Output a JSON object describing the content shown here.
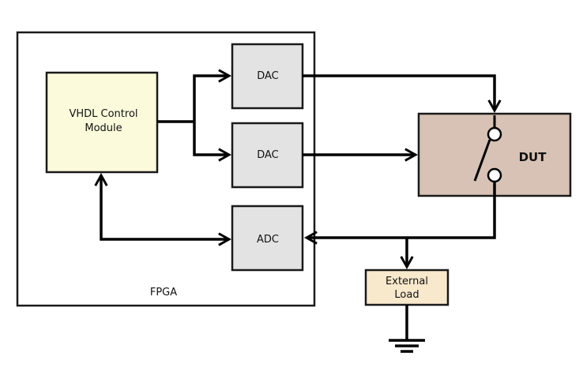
{
  "diagram": {
    "blocks": {
      "fpga": {
        "label": "FPGA",
        "fill": "#ffffff"
      },
      "vhdl": {
        "line1": "VHDL Control",
        "line2": "Module",
        "fill": "#fbfbdc"
      },
      "dac1": {
        "label": "DAC",
        "fill": "#e3e3e3"
      },
      "dac2": {
        "label": "DAC",
        "fill": "#e3e3e3"
      },
      "adc": {
        "label": "ADC",
        "fill": "#e3e3e3"
      },
      "dut": {
        "label": "DUT",
        "fill": "#d7c2b5"
      },
      "load": {
        "line1": "External",
        "line2": "Load",
        "fill": "#f8e8cc"
      }
    },
    "connections": [
      {
        "from": "vhdl",
        "to": "dac1",
        "directed": true
      },
      {
        "from": "vhdl",
        "to": "dac2",
        "directed": true
      },
      {
        "from": "vhdl",
        "to": "adc",
        "directed": "both"
      },
      {
        "from": "dac1",
        "to": "dut-switch-top",
        "directed": true
      },
      {
        "from": "dac2",
        "to": "dut",
        "directed": true
      },
      {
        "from": "dut-switch-bottom",
        "to": "adc",
        "directed": true
      },
      {
        "from": "dut-switch-bottom",
        "to": "load",
        "directed": true
      },
      {
        "from": "load",
        "to": "ground",
        "directed": false
      }
    ]
  }
}
